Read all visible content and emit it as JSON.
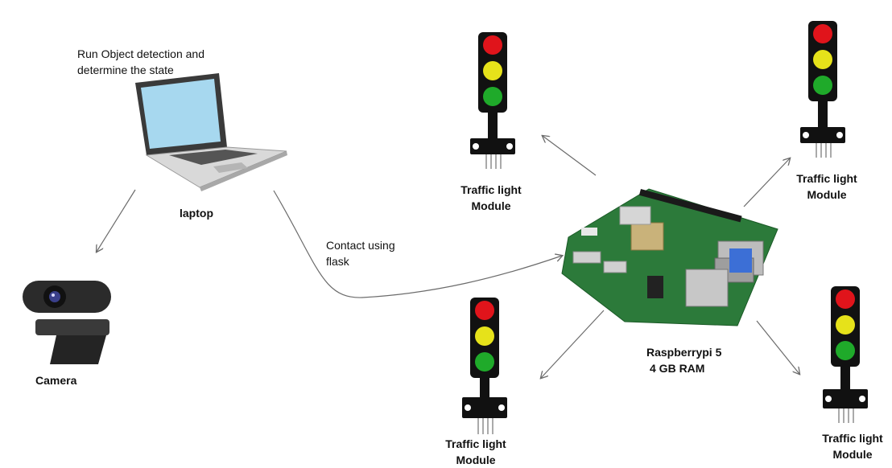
{
  "labels": {
    "laptop_caption": "Run Object detection and determine the state",
    "laptop": "laptop",
    "camera": "Camera",
    "contact": "Contact using flask",
    "raspberry_line1": "Raspberrypi 5",
    "raspberry_line2": "4 GB RAM",
    "tl_top": "Traffic light Module",
    "tl_top_right": "Traffic light Module",
    "tl_bottom": "Traffic light Module",
    "tl_bottom_right": "Traffic light Module"
  },
  "colors": {
    "red": "#e0141b",
    "yellow": "#e6e21a",
    "green": "#1faa2a",
    "board": "#2c7a3a",
    "arrow": "#6b6b6b"
  }
}
